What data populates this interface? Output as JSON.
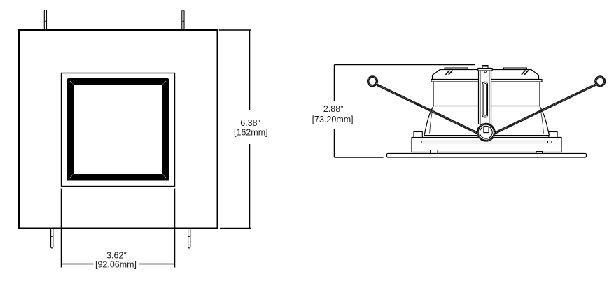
{
  "page": {
    "background": "#ffffff"
  },
  "drawing": {
    "description": "recessed-square-downlight-dimension-drawing",
    "line_color": "#000000",
    "text_color": "#1f1f1f",
    "front_view": {
      "height_dim": {
        "inches": "6.38″",
        "mm": "[162mm]"
      },
      "width_dim": {
        "inches": "3.62″",
        "mm": "[92.06mm]"
      }
    },
    "side_view": {
      "height_dim": {
        "inches": "2.88″",
        "mm": "[73.20mm]"
      }
    }
  }
}
